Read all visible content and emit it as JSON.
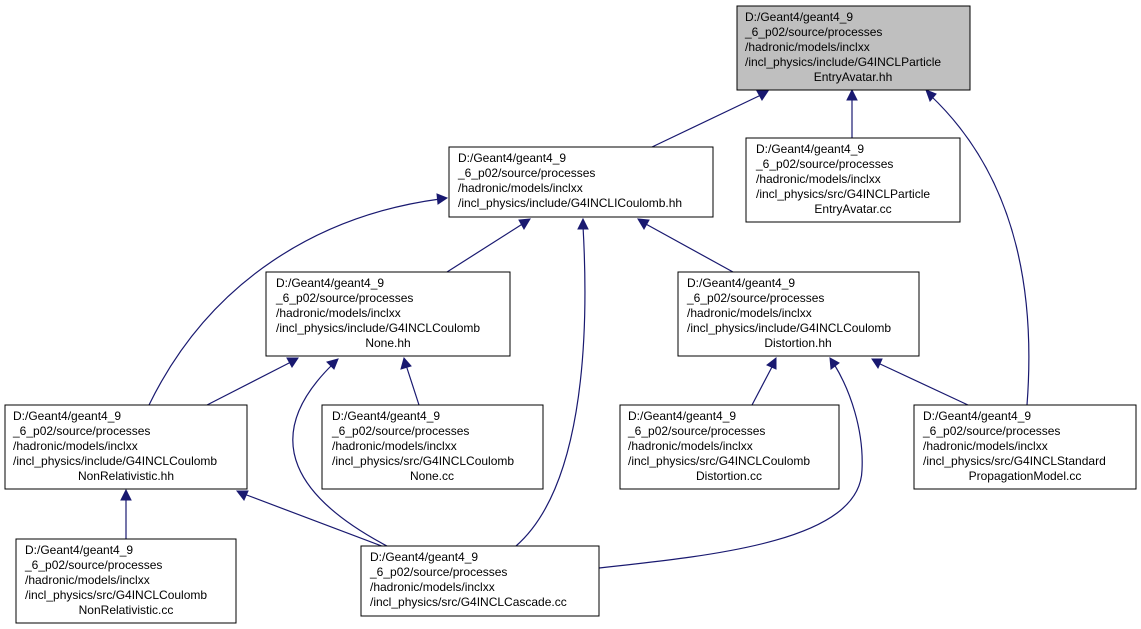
{
  "nodes": [
    {
      "id": "n0",
      "root": true,
      "lines": [
        "D:/Geant4/geant4_9",
        "_6_p02/source/processes",
        "/hadronic/models/inclxx",
        "/incl_physics/include/G4INCLParticle",
        "EntryAvatar.hh"
      ]
    },
    {
      "id": "n1",
      "lines": [
        "D:/Geant4/geant4_9",
        "_6_p02/source/processes",
        "/hadronic/models/inclxx",
        "/incl_physics/include/G4INCLICoulomb.hh"
      ]
    },
    {
      "id": "n2",
      "lines": [
        "D:/Geant4/geant4_9",
        "_6_p02/source/processes",
        "/hadronic/models/inclxx",
        "/incl_physics/src/G4INCLParticle",
        "EntryAvatar.cc"
      ]
    },
    {
      "id": "n3",
      "lines": [
        "D:/Geant4/geant4_9",
        "_6_p02/source/processes",
        "/hadronic/models/inclxx",
        "/incl_physics/include/G4INCLCoulomb",
        "None.hh"
      ]
    },
    {
      "id": "n4",
      "lines": [
        "D:/Geant4/geant4_9",
        "_6_p02/source/processes",
        "/hadronic/models/inclxx",
        "/incl_physics/include/G4INCLCoulomb",
        "Distortion.hh"
      ]
    },
    {
      "id": "n5",
      "lines": [
        "D:/Geant4/geant4_9",
        "_6_p02/source/processes",
        "/hadronic/models/inclxx",
        "/incl_physics/include/G4INCLCoulomb",
        "NonRelativistic.hh"
      ]
    },
    {
      "id": "n6",
      "lines": [
        "D:/Geant4/geant4_9",
        "_6_p02/source/processes",
        "/hadronic/models/inclxx",
        "/incl_physics/src/G4INCLCoulomb",
        "None.cc"
      ]
    },
    {
      "id": "n7",
      "lines": [
        "D:/Geant4/geant4_9",
        "_6_p02/source/processes",
        "/hadronic/models/inclxx",
        "/incl_physics/src/G4INCLCoulomb",
        "Distortion.cc"
      ]
    },
    {
      "id": "n8",
      "lines": [
        "D:/Geant4/geant4_9",
        "_6_p02/source/processes",
        "/hadronic/models/inclxx",
        "/incl_physics/src/G4INCLStandard",
        "PropagationModel.cc"
      ]
    },
    {
      "id": "n9",
      "lines": [
        "D:/Geant4/geant4_9",
        "_6_p02/source/processes",
        "/hadronic/models/inclxx",
        "/incl_physics/src/G4INCLCoulomb",
        "NonRelativistic.cc"
      ]
    },
    {
      "id": "n10",
      "lines": [
        "D:/Geant4/geant4_9",
        "_6_p02/source/processes",
        "/hadronic/models/inclxx",
        "/incl_physics/src/G4INCLCascade.cc"
      ]
    }
  ],
  "edges": [
    {
      "from": "n1",
      "to": "n0"
    },
    {
      "from": "n2",
      "to": "n0"
    },
    {
      "from": "n8",
      "to": "n0"
    },
    {
      "from": "n5",
      "to": "n1"
    },
    {
      "from": "n3",
      "to": "n1"
    },
    {
      "from": "n10",
      "to": "n1"
    },
    {
      "from": "n4",
      "to": "n1"
    },
    {
      "from": "n5",
      "to": "n3"
    },
    {
      "from": "n6",
      "to": "n3"
    },
    {
      "from": "n10",
      "to": "n3"
    },
    {
      "from": "n7",
      "to": "n4"
    },
    {
      "from": "n10",
      "to": "n4"
    },
    {
      "from": "n8",
      "to": "n4"
    },
    {
      "from": "n9",
      "to": "n5"
    },
    {
      "from": "n10",
      "to": "n5"
    }
  ],
  "colors": {
    "edge": "#191970",
    "root_fill": "#bfbfbf",
    "node_fill": "#ffffff",
    "border": "#000000"
  }
}
